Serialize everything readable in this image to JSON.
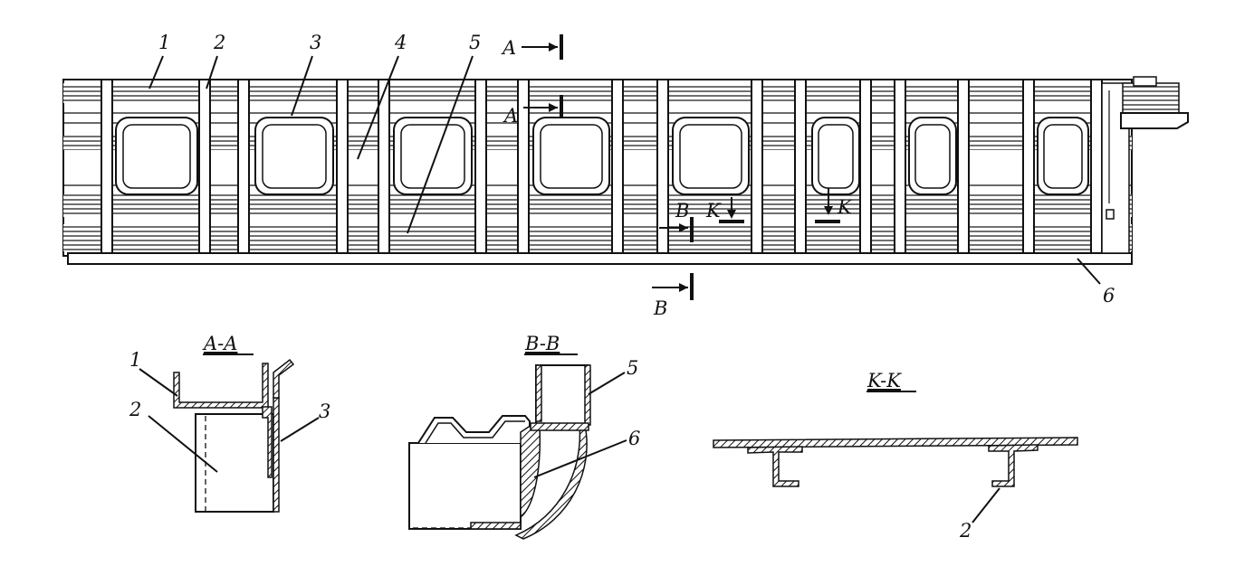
{
  "main_view": {
    "callouts": [
      "1",
      "2",
      "3",
      "4",
      "5",
      "6"
    ],
    "cut_marks": {
      "a": "A",
      "b": "B",
      "k": "K"
    }
  },
  "section_aa": {
    "title": "A-A",
    "callouts": [
      "1",
      "2",
      "3"
    ]
  },
  "section_bb": {
    "title": "B-B",
    "callouts": [
      "5",
      "6"
    ]
  },
  "section_kk": {
    "title": "K-K",
    "callouts": [
      "2"
    ]
  }
}
